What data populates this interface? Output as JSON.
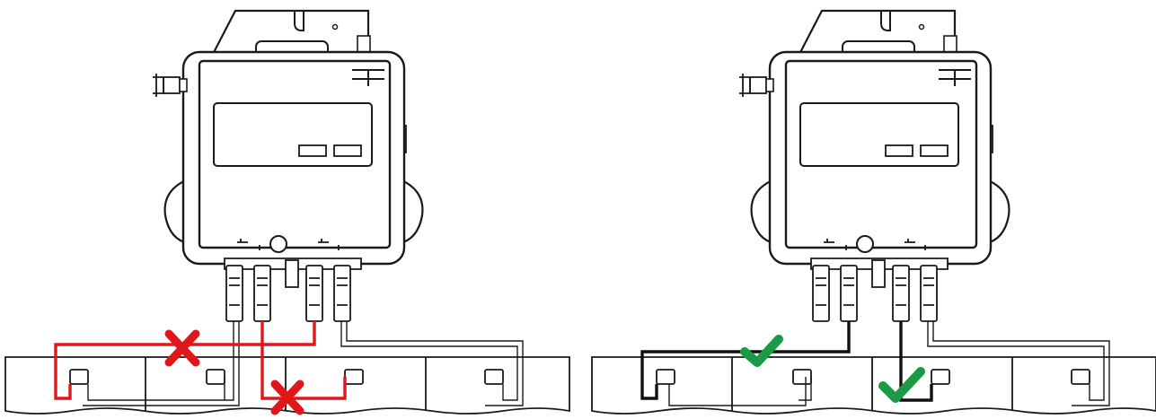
{
  "colors": {
    "background": "#ffffff",
    "outline": "#1a1a1a",
    "wrong_wire": "#e0161b",
    "correct_wire": "#111111",
    "cross_mark": "#e0161b",
    "check_mark": "#1a9a44",
    "pale_wire": "#888888"
  },
  "panels": [
    {
      "id": "left",
      "status": "incorrect",
      "wiring_marks": [
        "cross-mark-icon",
        "cross-mark-icon"
      ]
    },
    {
      "id": "right",
      "status": "correct",
      "wiring_marks": [
        "check-mark-icon",
        "check-mark-icon"
      ]
    }
  ]
}
